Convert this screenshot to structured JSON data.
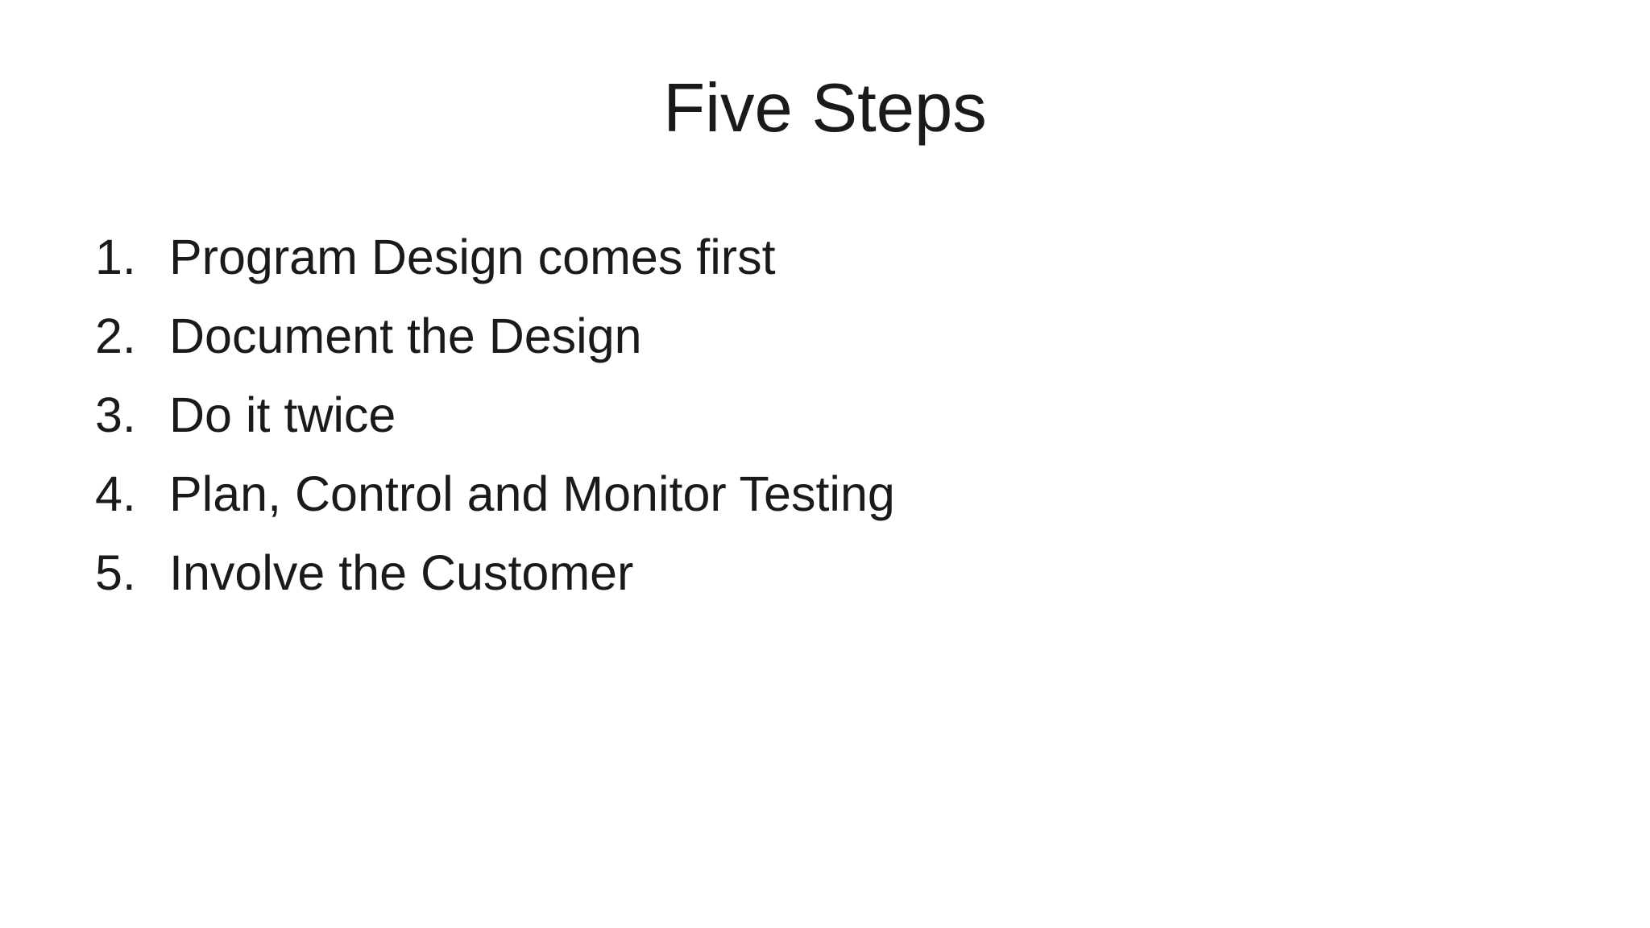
{
  "slide": {
    "title": "Five Steps",
    "list": {
      "items": [
        {
          "number": "1.",
          "text": "Program Design comes first"
        },
        {
          "number": "2.",
          "text": "Document the Design"
        },
        {
          "number": "3.",
          "text": "Do it twice"
        },
        {
          "number": "4.",
          "text": "Plan, Control and Monitor Testing"
        },
        {
          "number": "5.",
          "text": "Involve the Customer"
        }
      ]
    },
    "colors": {
      "background": "#ffffff",
      "text": "#1a1a1a"
    }
  }
}
